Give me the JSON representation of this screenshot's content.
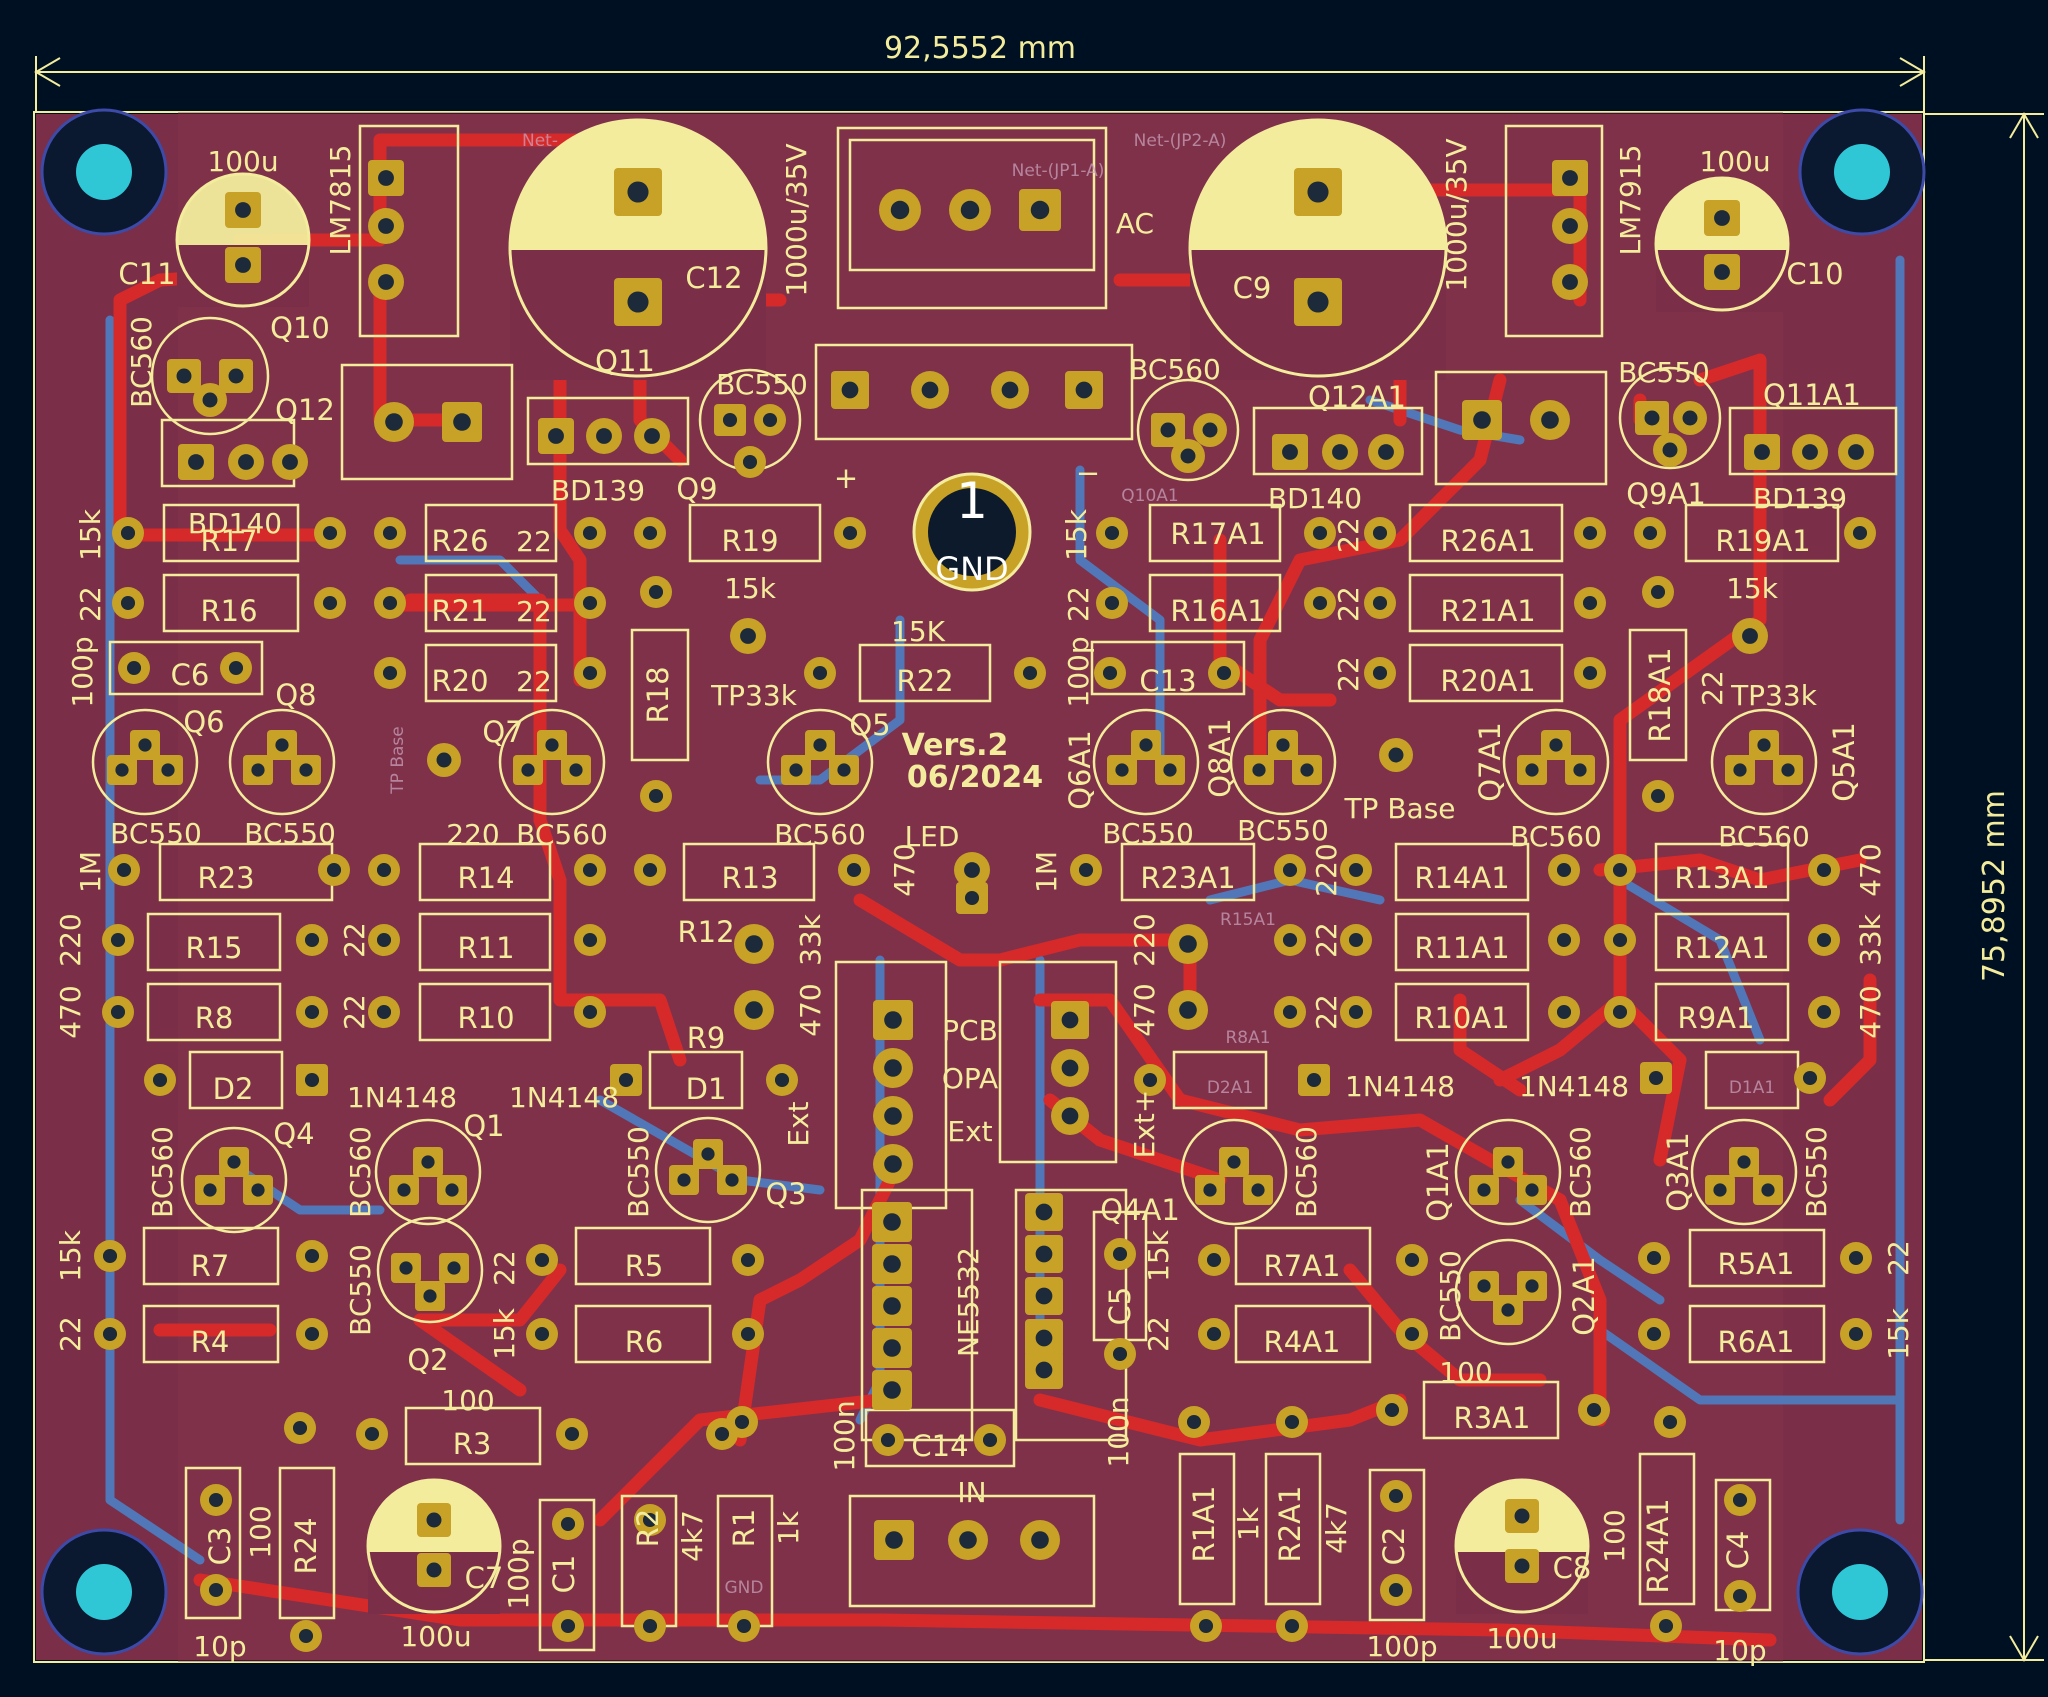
{
  "board": {
    "colors": {
      "background": "#001023",
      "board": "#7a2e47",
      "copper_top": "#d62a2a",
      "copper_bottom": "#4d7fc4",
      "silk": "#f2ec9c",
      "pad": "#c7a226",
      "drill": "#1c2a3a",
      "mount_hole": "#2fc7d6"
    },
    "dimension_width": "92,5552 mm",
    "dimension_height": "75,8952 mm",
    "version": "Vers.2",
    "date": "06/2024",
    "gnd_pad_num": "1",
    "gnd_pad_label": "GND"
  },
  "labels": {
    "c11_val": "100u",
    "c11": "C11",
    "lm7815": "LM7815",
    "c12_val": "1000u/35V",
    "c12": "C12",
    "q10": "Q10",
    "bc560_a": "BC560",
    "q12": "Q12",
    "q11": "Q11",
    "bd139": "BD139",
    "bc550_q9": "BC550",
    "q9": "Q9",
    "bd140": "BD140",
    "ac": "AC",
    "net_jp1a": "Net-(JP1-A)",
    "net_jp2a": "Net-(JP2-A)",
    "net_top": "Net-",
    "c9_val": "1000u/35V",
    "c9": "C9",
    "lm7915": "LM7915",
    "c10_val": "100u",
    "c10": "C10",
    "bc560_q10a1": "BC560",
    "q10a1": "Q10A1",
    "q12a1": "Q12A1",
    "bd140_b": "BD140",
    "bc550_q9a1": "BC550",
    "q9a1": "Q9A1",
    "q11a1": "Q11A1",
    "bd139_b": "BD139",
    "plus": "+",
    "minus": "−",
    "r17": "R17",
    "r26": "R26",
    "r19": "R19",
    "r16": "R16",
    "r21": "R21",
    "r20": "R20",
    "r18": "R18",
    "r22": "R22",
    "v15k_a": "15k",
    "v22_a": "22",
    "v22_b": "22",
    "v22_c": "22",
    "v22_d": "22",
    "v15k_b": "15k",
    "v15K": "15K",
    "c6": "C6",
    "v100p_a": "100p",
    "q6": "Q6",
    "q8": "Q8",
    "q7": "Q7",
    "q5": "Q5",
    "tp33k": "TP33k",
    "tpbase": "TP Base",
    "bc550_q6": "BC550",
    "bc550_q8": "BC550",
    "v220_a": "220",
    "bc560_q7": "BC560",
    "bc560_q5": "BC560",
    "r17a1": "R17A1",
    "r26a1": "R26A1",
    "r19a1": "R19A1",
    "r16a1": "R16A1",
    "r21a1": "R21A1",
    "r20a1": "R20A1",
    "r18a1": "R18A1",
    "c13": "C13",
    "v100p_b": "100p",
    "v15k_c": "15k",
    "v22_e": "22",
    "v22_f": "22",
    "v22_g": "22",
    "v22_h": "22",
    "v15k_d": "15k",
    "v22_i": "22",
    "q6a1": "Q6A1",
    "q8a1": "Q8A1",
    "q7a1": "Q7A1",
    "q5a1": "Q5A1",
    "tpbase_b": "TP Base",
    "tp33k_b": "TP33k",
    "bc550_q6a1": "BC550",
    "bc550_q8a1": "BC550",
    "bc560_q7a1": "BC560",
    "bc560_q5a1": "BC560",
    "led": "LED",
    "r23": "R23",
    "r14": "R14",
    "r13": "R13",
    "v1m_a": "1M",
    "v470_a": "470",
    "r15": "R15",
    "r11": "R11",
    "r12": "R12",
    "r8": "R8",
    "r10": "R10",
    "r9": "R9",
    "v220_b": "220",
    "v470_b": "470",
    "v22_j": "22",
    "v22_k": "22",
    "v33k_a": "33k",
    "v470_c": "470",
    "d2": "D2",
    "d1": "D1",
    "v1n4148_a": "1N4148",
    "v1n4148_b": "1N4148",
    "pcb": "PCB",
    "opa": "OPA",
    "ext": "Ext",
    "ext_b": "Ext",
    "ext_plus": "Ext+",
    "r23a1": "R23A1",
    "r14a1": "R14A1",
    "r13a1": "R13A1",
    "r15a1": "R15A1",
    "r11a1": "R11A1",
    "r12a1": "R12A1",
    "r8a1": "R8A1",
    "r10a1": "R10A1",
    "r9a1": "R9A1",
    "v1m_b": "1M",
    "v220_c": "220",
    "v470_d": "470",
    "v470_e": "470",
    "v220_d": "220",
    "v22_l": "22",
    "v22_m": "22",
    "v33k_b": "33k",
    "v470_f": "470",
    "d2a1": "D2A1",
    "d1a1": "D1A1",
    "v1n4148_c": "1N4148",
    "v1n4148_d": "1N4148",
    "q4": "Q4",
    "q1": "Q1",
    "q3": "Q3",
    "q2": "Q2",
    "bc560_q4": "BC560",
    "bc560_q1": "BC560",
    "bc550_q3": "BC550",
    "bc550_q2": "BC550",
    "r7": "R7",
    "r4": "R4",
    "r5": "R5",
    "r6": "R6",
    "r3": "R3",
    "v15k_e": "15k",
    "v22_n": "22",
    "v22_o": "22",
    "v15k_f": "15k",
    "v100_a": "100",
    "ne5532": "NE5532",
    "c14": "C14",
    "v100n_a": "100n",
    "c5": "C5",
    "v100n_b": "100n",
    "q4a1": "Q4A1",
    "bc560_q4a1": "BC560",
    "q1a1": "Q1A1",
    "bc560_q1a1": "BC560",
    "q3a1": "Q3A1",
    "bc550_q3a1": "BC550",
    "q2a1": "Q2A1",
    "bc550_q2a1": "BC550",
    "r7a1": "R7A1",
    "r4a1": "R4A1",
    "r5a1": "R5A1",
    "r6a1": "R6A1",
    "r3a1": "R3A1",
    "v15k_g": "15k",
    "v22_p": "22",
    "v22_q": "22",
    "v15k_h": "15k",
    "v100_b": "100",
    "c3": "C3",
    "r24": "R24",
    "c7": "C7",
    "c1": "C1",
    "r2": "R2",
    "r1": "R1",
    "v10p_a": "10p",
    "v100_c": "100",
    "v100u_c7": "100u",
    "v100p_c": "100p",
    "v4k7_a": "4k7",
    "v1k_a": "1k",
    "in": "IN",
    "gnd": "GND",
    "r1a1": "R1A1",
    "r2a1": "R2A1",
    "c2": "C2",
    "c8": "C8",
    "r24a1": "R24A1",
    "c4": "C4",
    "v1k_b": "1k",
    "v4k7_b": "4k7",
    "v100p_d": "100p",
    "v100u_c8": "100u",
    "v100_d": "100",
    "v10p_b": "10p"
  }
}
